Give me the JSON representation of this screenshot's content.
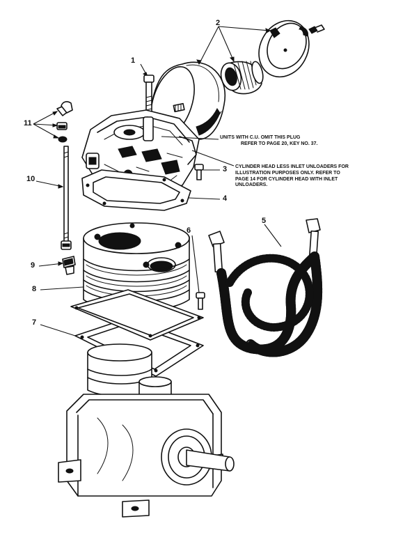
{
  "callouts": [
    {
      "id": "1",
      "label": "1"
    },
    {
      "id": "2",
      "label": "2"
    },
    {
      "id": "3",
      "label": "3"
    },
    {
      "id": "4",
      "label": "4"
    },
    {
      "id": "5",
      "label": "5"
    },
    {
      "id": "6",
      "label": "6"
    },
    {
      "id": "7",
      "label": "7"
    },
    {
      "id": "8",
      "label": "8"
    },
    {
      "id": "9",
      "label": "9"
    },
    {
      "id": "10",
      "label": "10"
    },
    {
      "id": "11",
      "label": "11"
    }
  ],
  "notes": {
    "plug_note": {
      "line1": "UNITS WITH C.U. OMIT THIS PLUG",
      "line2": "REFER TO PAGE 20, KEY NO. 37."
    },
    "head_note": {
      "line1": "CYLINDER HEAD LESS INLET UNLOADERS FOR",
      "line2": "ILLUSTRATION PURPOSES ONLY. REFER TO",
      "line3": "PAGE 14 FOR CYLINDER HEAD WITH INLET",
      "line4": "UNLOADERS."
    }
  },
  "colors": {
    "ink": "#111111",
    "paper": "#ffffff"
  }
}
